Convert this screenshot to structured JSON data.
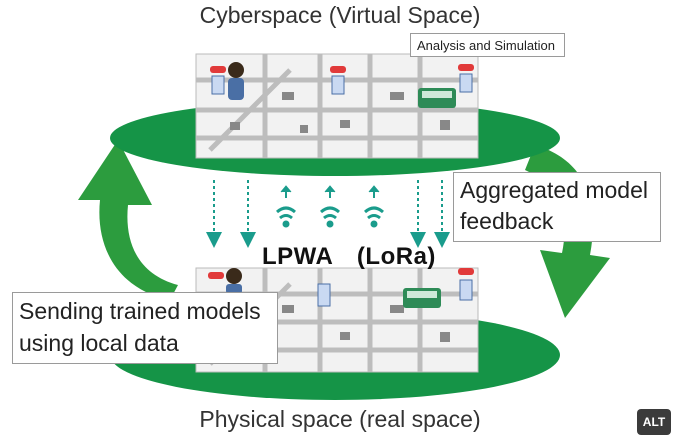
{
  "labels": {
    "cyberspace": "Cyberspace (Virtual Space)",
    "analysis": "Analysis and Simulation",
    "aggregated": "Aggregated model feedback",
    "lpwa": "LPWA　(LoRa)",
    "sending": "Sending trained models using local data",
    "physical": "Physical space (real space)",
    "alt_badge": "ALT"
  },
  "colors": {
    "ellipse_green": "#159447",
    "arrow_green": "#2c9c3e",
    "teal": "#1a9c8c",
    "map_bg": "#f2f2f2"
  },
  "icons": [
    "person-icon",
    "bus-icon",
    "signal-icon",
    "stop-sign-icon"
  ]
}
